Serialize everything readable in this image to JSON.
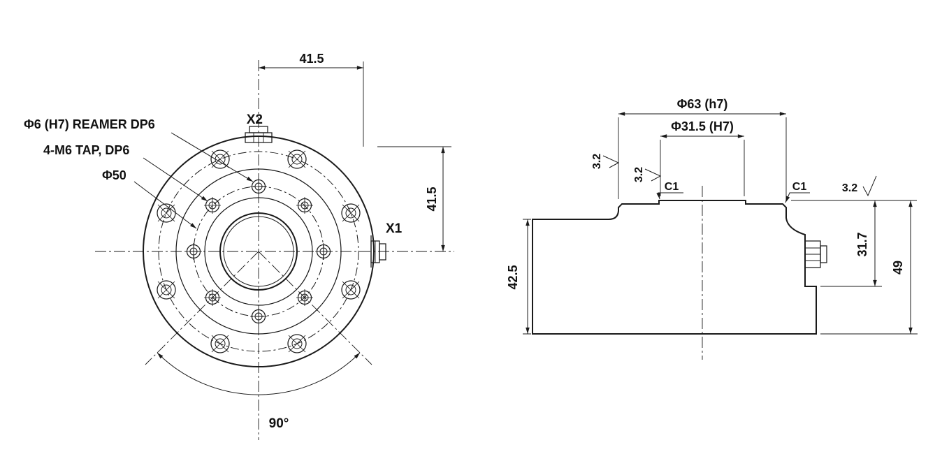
{
  "front": {
    "dim_horizontal": "41.5",
    "dim_vertical": "41.5",
    "callout_reamer": "Φ6 (H7) REAMER DP6",
    "callout_tap": "4-M6 TAP, DP6",
    "callout_bolt_circle": "Φ50",
    "dim_angle": "90°",
    "connector_top": "X2",
    "connector_side": "X1"
  },
  "side": {
    "dim_outer_diameter": "Φ63 (h7)",
    "dim_bore_diameter": "Φ31.5 (H7)",
    "roughness_outer": "3.2",
    "roughness_bore": "3.2",
    "roughness_general": "3.2",
    "chamfer_bore": "C1",
    "chamfer_outer": "C1",
    "dim_body_height": "42.5",
    "dim_step_height": "31.7",
    "dim_total_height": "49"
  }
}
